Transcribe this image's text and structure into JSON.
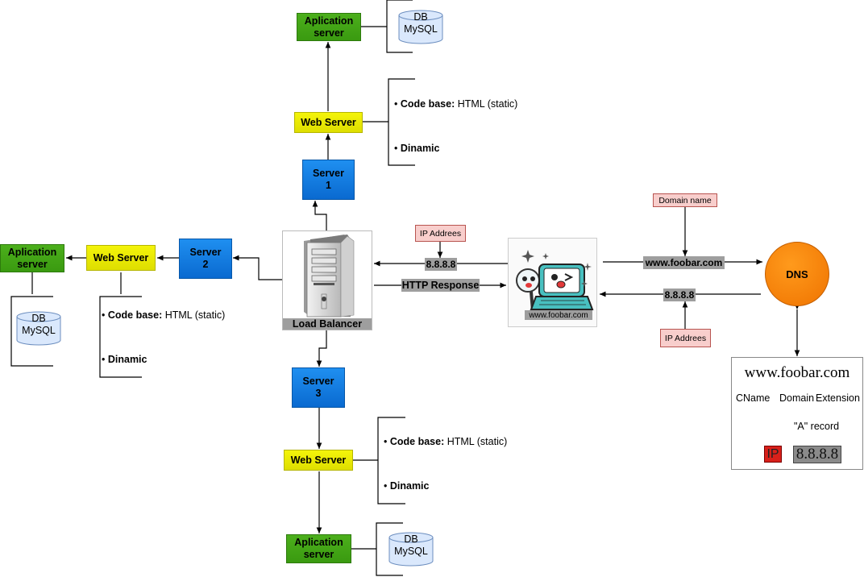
{
  "load_balancer": {
    "label": "Load Balancer"
  },
  "servers": [
    {
      "label": "Server\n1"
    },
    {
      "label": "Server\n2"
    },
    {
      "label": "Server\n3"
    }
  ],
  "web_server_label": "Web Server",
  "app_server_label": "Aplication\nserver",
  "db_label": "DB\nMySQL",
  "bullets": {
    "code_base_key": "Code base:",
    "code_base_value": " HTML (static)",
    "dinamic": "Dinamic"
  },
  "client": {
    "url": "www.foobar.com"
  },
  "labels": {
    "ip_addrees": "IP Addrees",
    "domain_name": "Domain name",
    "ip_value": "8.8.8.8",
    "http_response": "HTTP Response",
    "domain": "www.foobar.com"
  },
  "dns": {
    "label": "DNS",
    "detail": {
      "domain": "www.foobar.com",
      "cname": "CName",
      "domain_part": "Domain",
      "extension": "Extension",
      "record": "\"A\" record",
      "ip_badge": "IP",
      "ip_value": "8.8.8.8"
    }
  },
  "colors": {
    "app_server": "#3a9a10",
    "web_server": "#f0f000",
    "server": "#0a6ad0",
    "dns": "#ef7300",
    "tag": "#f8cecc",
    "label_gray": "#9e9e9e"
  }
}
